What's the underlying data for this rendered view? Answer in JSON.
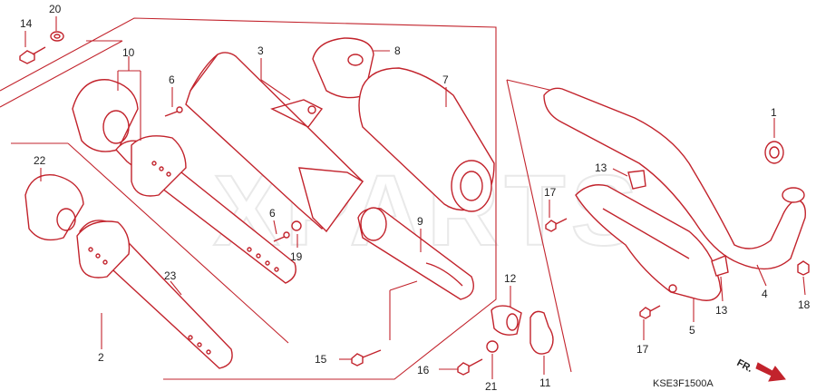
{
  "diagram": {
    "watermark": "XPARTS",
    "code": "KSE3F1500A",
    "direction_label": "FR.",
    "callouts": [
      "14",
      "20",
      "10",
      "3",
      "8",
      "7",
      "6",
      "22",
      "6",
      "19",
      "9",
      "1",
      "13",
      "17",
      "12",
      "23",
      "2",
      "15",
      "16",
      "21",
      "11",
      "13",
      "17",
      "5",
      "4",
      "18"
    ]
  }
}
